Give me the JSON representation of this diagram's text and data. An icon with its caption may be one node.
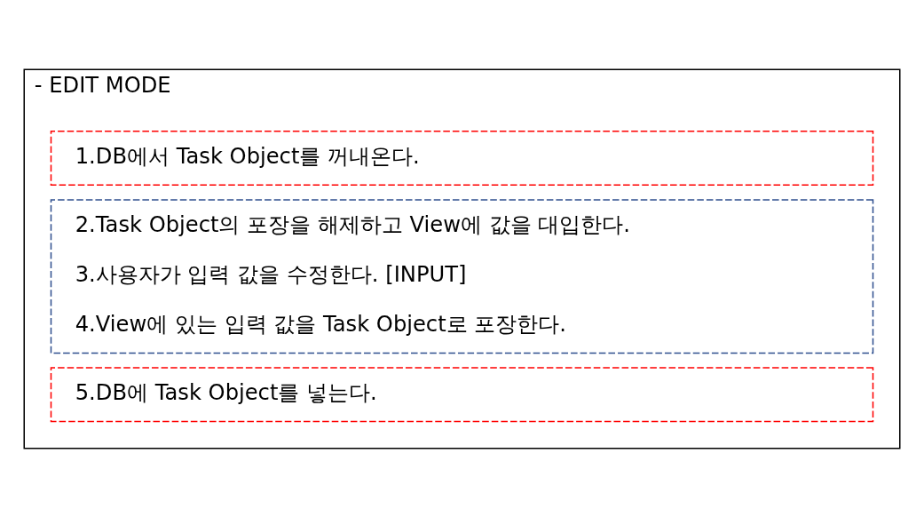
{
  "diagram": {
    "nodes": [
      {
        "text": [
          "- EDIT MODE"
        ]
      },
      {
        "text": [
          "1.DB에서 Task Object를 꺼내온다."
        ],
        "in": 0
      },
      {
        "text": [
          "2.Task Object의 포장을 해제하고 View에 값을 대입한다.",
          "3.사용자가 입력 값을 수정한다. [INPUT]",
          "4.View에 있는 입력 값을 Task Object로 포장한다."
        ],
        "in": 0
      },
      {
        "text": [
          "5.DB에 Task Object를 넣는다."
        ],
        "in": 0
      }
    ]
  }
}
